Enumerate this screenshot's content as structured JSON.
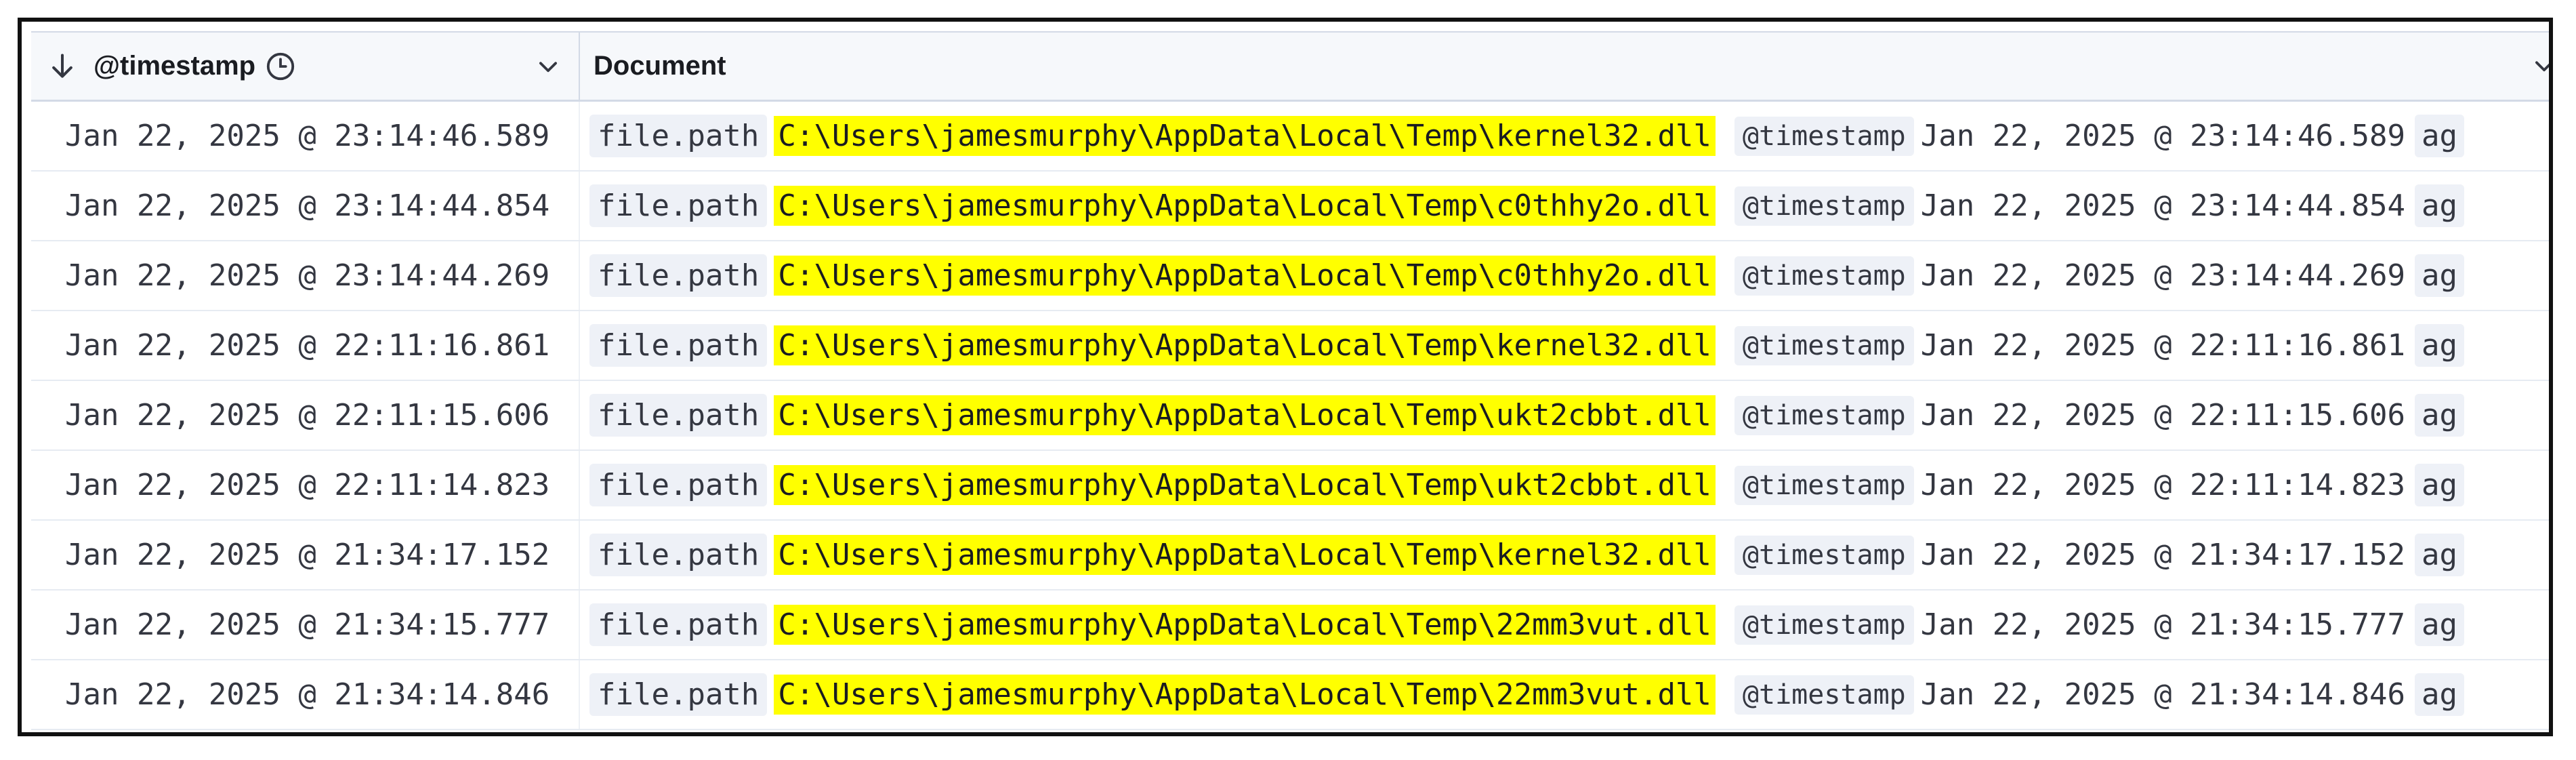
{
  "header": {
    "timestamp_label": "@timestamp",
    "document_label": "Document",
    "icons": [
      "arrow-down-icon",
      "clock-icon",
      "chevron-down-icon"
    ]
  },
  "colors": {
    "highlight": "#ffff00",
    "header_bg": "#f6f8fb",
    "key_badge_bg": "#eef1f7"
  },
  "rows": [
    {
      "timestamp": "Jan 22, 2025 @ 23:14:46.589",
      "key1": "file.path",
      "path": "C:\\Users\\jamesmurphy\\AppData\\Local\\Temp\\kernel32.dll",
      "key2": "@timestamp",
      "ts2": "Jan 22, 2025 @ 23:14:46.589",
      "tail": "ag"
    },
    {
      "timestamp": "Jan 22, 2025 @ 23:14:44.854",
      "key1": "file.path",
      "path": "C:\\Users\\jamesmurphy\\AppData\\Local\\Temp\\c0thhy2o.dll",
      "key2": "@timestamp",
      "ts2": "Jan 22, 2025 @ 23:14:44.854",
      "tail": "ag"
    },
    {
      "timestamp": "Jan 22, 2025 @ 23:14:44.269",
      "key1": "file.path",
      "path": "C:\\Users\\jamesmurphy\\AppData\\Local\\Temp\\c0thhy2o.dll",
      "key2": "@timestamp",
      "ts2": "Jan 22, 2025 @ 23:14:44.269",
      "tail": "ag"
    },
    {
      "timestamp": "Jan 22, 2025 @ 22:11:16.861",
      "key1": "file.path",
      "path": "C:\\Users\\jamesmurphy\\AppData\\Local\\Temp\\kernel32.dll",
      "key2": "@timestamp",
      "ts2": "Jan 22, 2025 @ 22:11:16.861",
      "tail": "ag"
    },
    {
      "timestamp": "Jan 22, 2025 @ 22:11:15.606",
      "key1": "file.path",
      "path": "C:\\Users\\jamesmurphy\\AppData\\Local\\Temp\\ukt2cbbt.dll",
      "key2": "@timestamp",
      "ts2": "Jan 22, 2025 @ 22:11:15.606",
      "tail": "ag"
    },
    {
      "timestamp": "Jan 22, 2025 @ 22:11:14.823",
      "key1": "file.path",
      "path": "C:\\Users\\jamesmurphy\\AppData\\Local\\Temp\\ukt2cbbt.dll",
      "key2": "@timestamp",
      "ts2": "Jan 22, 2025 @ 22:11:14.823",
      "tail": "ag"
    },
    {
      "timestamp": "Jan 22, 2025 @ 21:34:17.152",
      "key1": "file.path",
      "path": "C:\\Users\\jamesmurphy\\AppData\\Local\\Temp\\kernel32.dll",
      "key2": "@timestamp",
      "ts2": "Jan 22, 2025 @ 21:34:17.152",
      "tail": "ag"
    },
    {
      "timestamp": "Jan 22, 2025 @ 21:34:15.777",
      "key1": "file.path",
      "path": "C:\\Users\\jamesmurphy\\AppData\\Local\\Temp\\22mm3vut.dll",
      "key2": "@timestamp",
      "ts2": "Jan 22, 2025 @ 21:34:15.777",
      "tail": "ag"
    },
    {
      "timestamp": "Jan 22, 2025 @ 21:34:14.846",
      "key1": "file.path",
      "path": "C:\\Users\\jamesmurphy\\AppData\\Local\\Temp\\22mm3vut.dll",
      "key2": "@timestamp",
      "ts2": "Jan 22, 2025 @ 21:34:14.846",
      "tail": "ag"
    }
  ]
}
